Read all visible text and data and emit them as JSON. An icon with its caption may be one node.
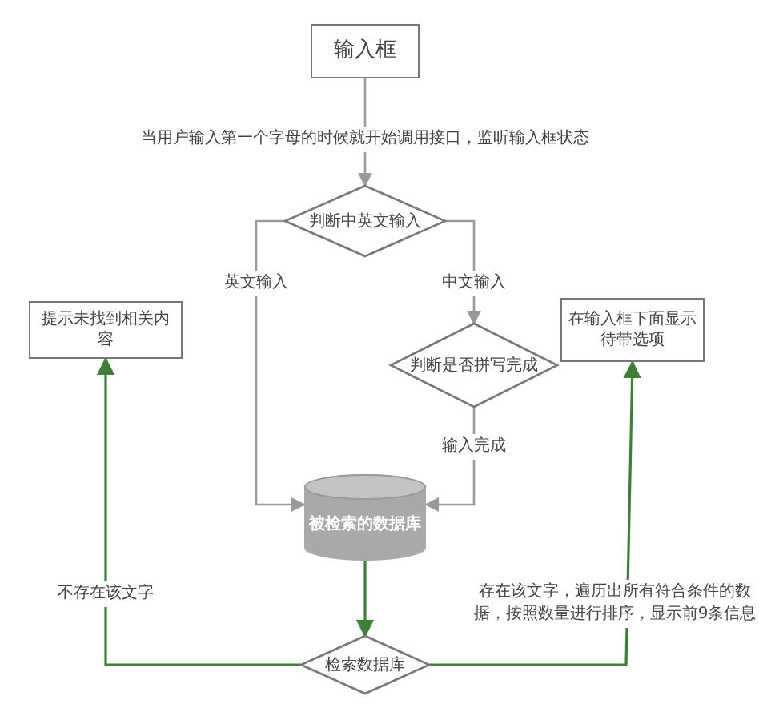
{
  "diagram": {
    "nodes": [
      {
        "text": [
          "输入框"
        ]
      },
      {
        "text": [
          "判断中英文输入"
        ]
      },
      {
        "text": [
          "提示未找到相关内容"
        ]
      },
      {
        "text": [
          "在输入框下面显示待带选项"
        ]
      },
      {
        "text": [
          "判断是否拼写完成"
        ]
      },
      {
        "text": [
          "被检索的数据库"
        ]
      },
      {
        "text": [
          "检索数据库"
        ]
      }
    ],
    "edges": [
      {
        "from": 0,
        "to": 1,
        "arrow": "to",
        "label": "当用户输入第一个字母的时候就开始调用接口，监听输入框状态"
      },
      {
        "from": 1,
        "to": 5,
        "arrow": "to",
        "label": "英文输入"
      },
      {
        "from": 1,
        "to": 4,
        "arrow": "to",
        "label": "中文输入"
      },
      {
        "from": 4,
        "to": 5,
        "arrow": "to",
        "label": "输入完成"
      },
      {
        "from": 5,
        "to": 6,
        "arrow": "to",
        "color": "#3f7f3a"
      },
      {
        "from": 6,
        "to": 2,
        "arrow": "to",
        "label": "不存在该文字",
        "color": "#3f7f3a"
      },
      {
        "from": 6,
        "to": 3,
        "arrow": "to",
        "label": "存在该文字，遍历出所有符合条件的数据，按照数量进行排序，显示前9条信息",
        "color": "#3f7f3a"
      }
    ]
  }
}
